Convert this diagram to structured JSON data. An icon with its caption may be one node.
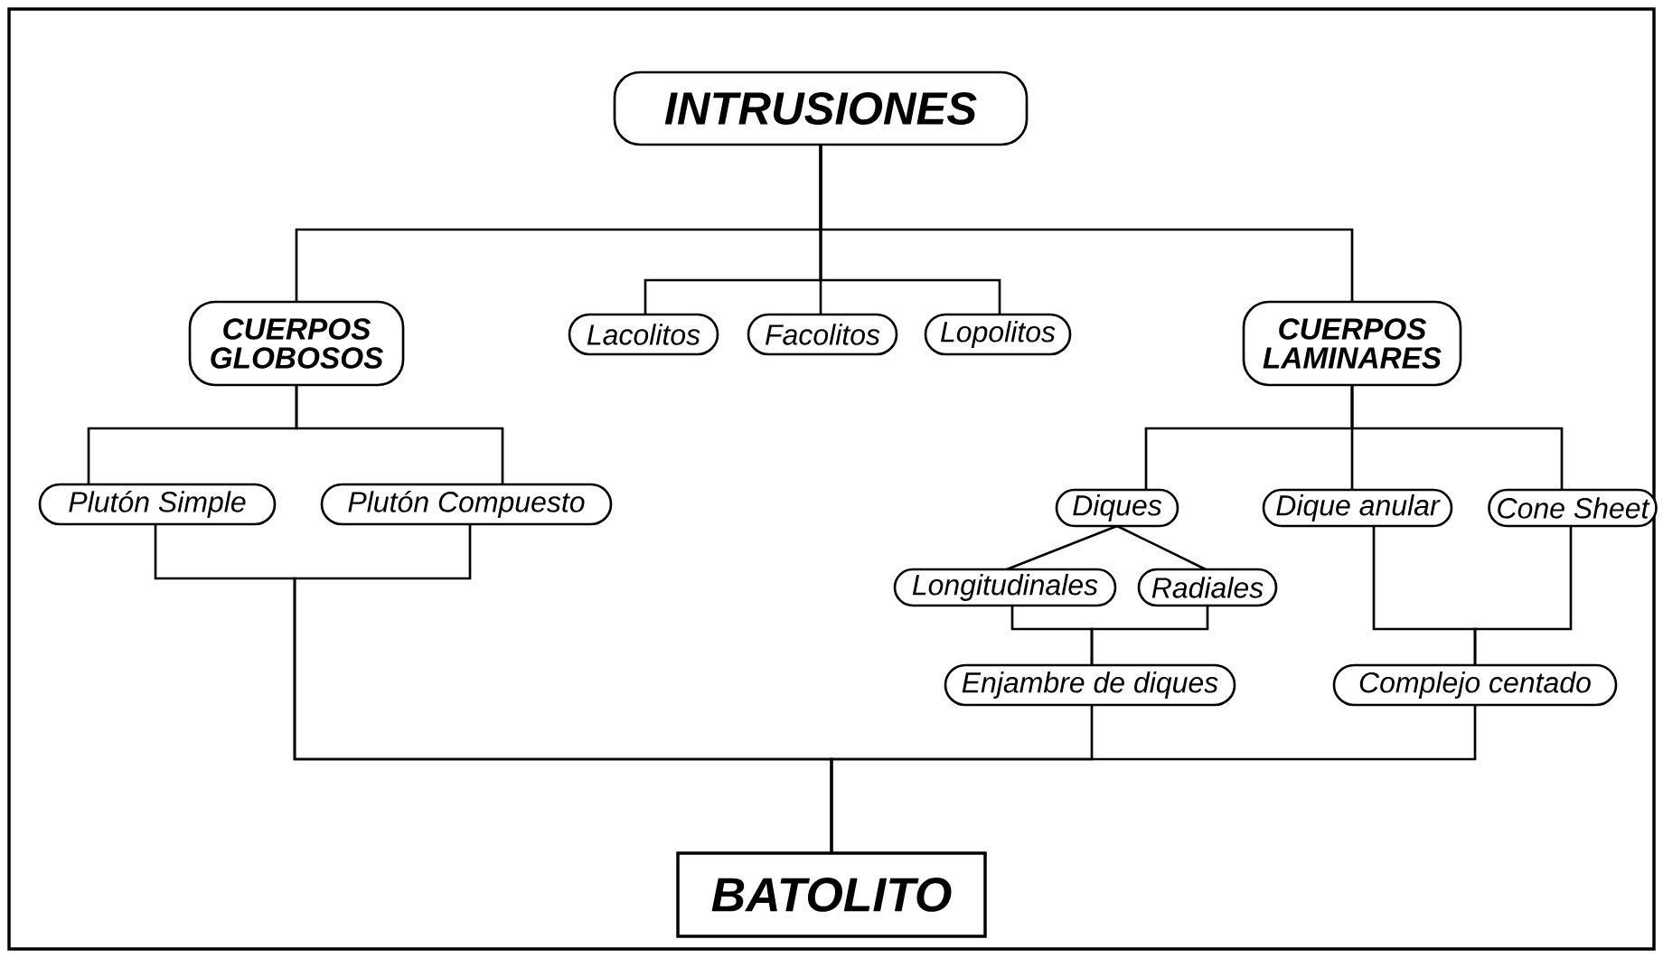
{
  "diagram": {
    "nodes": [
      {
        "text": [
          "INTRUSIONES"
        ]
      },
      {
        "text": [
          "CUERPOS GLOBOSOS"
        ]
      },
      {
        "text": [
          "Lacolitos"
        ]
      },
      {
        "text": [
          "Facolitos"
        ]
      },
      {
        "text": [
          "Lopolitos"
        ]
      },
      {
        "text": [
          "CUERPOS LAMINARES"
        ]
      },
      {
        "text": [
          "Plutón Simple"
        ]
      },
      {
        "text": [
          "Plutón Compuesto"
        ]
      },
      {
        "text": [
          "Diques"
        ]
      },
      {
        "text": [
          "Dique anular"
        ]
      },
      {
        "text": [
          "Cone Sheet"
        ]
      },
      {
        "text": [
          "Longitudinales"
        ]
      },
      {
        "text": [
          "Radiales"
        ]
      },
      {
        "text": [
          "Enjambre de diques"
        ]
      },
      {
        "text": [
          "Complejo centado"
        ]
      },
      {
        "text": [
          "BATOLITO"
        ]
      }
    ],
    "edges": [
      {
        "from": 0,
        "to": 1,
        "arrow": "none"
      },
      {
        "from": 0,
        "to": 2,
        "arrow": "none"
      },
      {
        "from": 0,
        "to": 3,
        "arrow": "none"
      },
      {
        "from": 0,
        "to": 4,
        "arrow": "none"
      },
      {
        "from": 0,
        "to": 5,
        "arrow": "none"
      },
      {
        "from": 1,
        "to": 6,
        "arrow": "none"
      },
      {
        "from": 1,
        "to": 7,
        "arrow": "none"
      },
      {
        "from": 5,
        "to": 8,
        "arrow": "none"
      },
      {
        "from": 5,
        "to": 9,
        "arrow": "none"
      },
      {
        "from": 5,
        "to": 10,
        "arrow": "none"
      },
      {
        "from": 8,
        "to": 11,
        "arrow": "none"
      },
      {
        "from": 8,
        "to": 12,
        "arrow": "none"
      },
      {
        "from": 11,
        "to": 13,
        "arrow": "none"
      },
      {
        "from": 12,
        "to": 13,
        "arrow": "none"
      },
      {
        "from": 9,
        "to": 14,
        "arrow": "none"
      },
      {
        "from": 10,
        "to": 14,
        "arrow": "none"
      },
      {
        "from": 6,
        "to": 15,
        "arrow": "none"
      },
      {
        "from": 7,
        "to": 15,
        "arrow": "none"
      },
      {
        "from": 13,
        "to": 15,
        "arrow": "none"
      },
      {
        "from": 14,
        "to": 15,
        "arrow": "none"
      }
    ]
  }
}
